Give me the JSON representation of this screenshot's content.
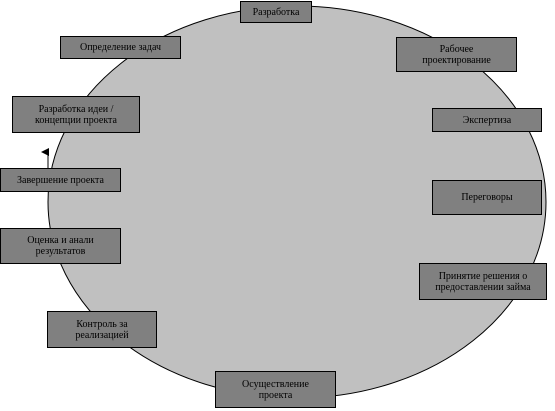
{
  "diagram": {
    "colors": {
      "cycle_fill": "#c0c0c0",
      "box_fill": "#808080",
      "stroke": "#000000",
      "text": "#000000"
    },
    "stages": [
      {
        "id": "development",
        "label": "Разработка"
      },
      {
        "id": "working-design",
        "label": "Рабочее\nпроектирование"
      },
      {
        "id": "expertise",
        "label": "Экспертиза"
      },
      {
        "id": "negotiations",
        "label": "Переговоры"
      },
      {
        "id": "loan-decision",
        "label": "Принятие решения о\nпредоставлении займа"
      },
      {
        "id": "implementation",
        "label": "Осуществление\nпроекта"
      },
      {
        "id": "monitoring",
        "label": "Контроль за\nреализацией"
      },
      {
        "id": "evaluation",
        "label": "Оценка и анали\nрезультатов"
      },
      {
        "id": "completion",
        "label": "Завершение проекта"
      },
      {
        "id": "idea-development",
        "label": "Разработка идеи /\nконцепции  проекта"
      },
      {
        "id": "task-definition",
        "label": "Определение задач"
      }
    ]
  }
}
